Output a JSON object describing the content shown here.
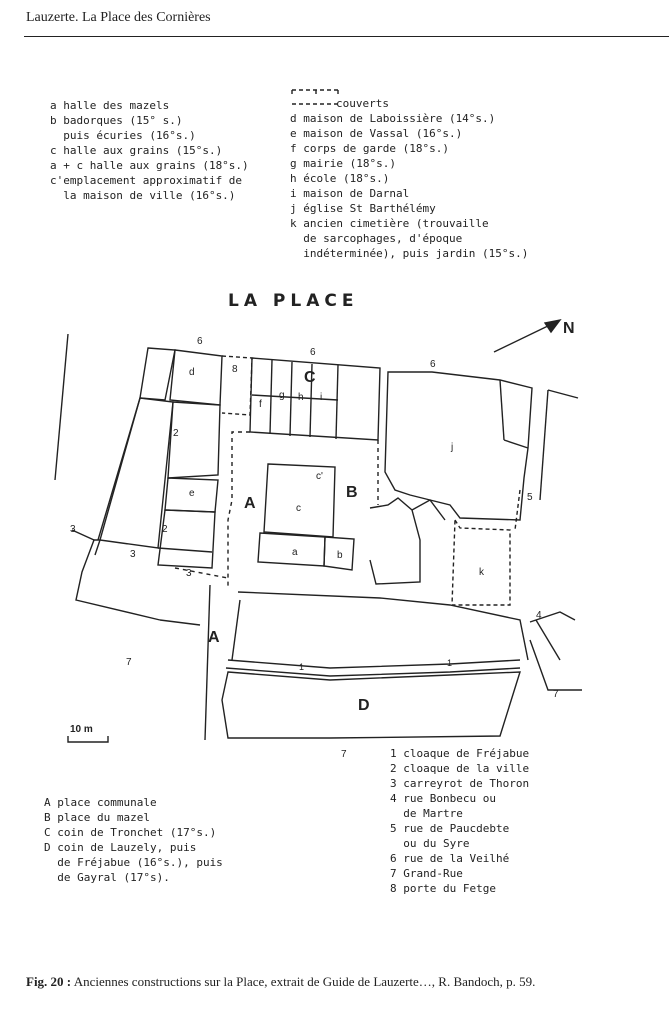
{
  "header": {
    "text": "Lauzerte. La Place des Cornières"
  },
  "legend_left": {
    "lines": [
      "a halle des mazels",
      "b badorques (15° s.)",
      "  puis écuries (16°s.)",
      "c halle aux grains (15°s.)",
      "a + c halle aux grains (18°s.)",
      "c'emplacement approximatif de",
      "  la maison de ville (16°s.)"
    ]
  },
  "legend_right": {
    "couverts": "couverts",
    "lines": [
      "d maison de Laboissière (14°s.)",
      "e maison de Vassal (16°s.)",
      "f corps de garde (18°s.)",
      "g mairie (18°s.)",
      "h école (18°s.)",
      "i maison de Darnal",
      "j église St Barthélémy",
      "k ancien cimetière (trouvaille",
      "  de sarcophages, d'époque",
      "  indéterminée), puis jardin (15°s.)"
    ]
  },
  "map": {
    "title": "LA PLACE",
    "north": "N",
    "scale": "10 m",
    "labels": {
      "A1": "A",
      "A2": "A",
      "B": "B",
      "C": "C",
      "D": "D",
      "a": "a",
      "b": "b",
      "c": "c",
      "cprime": "c'",
      "d": "d",
      "e": "e",
      "f": "f",
      "g": "g",
      "h": "h",
      "i": "i",
      "j": "j",
      "k": "k",
      "n6a": "6",
      "n6b": "6",
      "n6c": "6",
      "n8": "8",
      "n2a": "2",
      "n2b": "2",
      "n3a": "3",
      "n3b": "3",
      "n3c": "3",
      "n5": "5",
      "n4": "4",
      "n7a": "7",
      "n7b": "7",
      "n7c": "7",
      "n1a": "1",
      "n1b": "1"
    }
  },
  "legend_bottom_left": {
    "lines": [
      "A place communale",
      "B place du mazel",
      "C coin de Tronchet (17°s.)",
      "D coin de Lauzely, puis",
      "  de Fréjabue (16°s.), puis",
      "  de Gayral (17°s)."
    ]
  },
  "legend_bottom_right": {
    "lines": [
      "1 cloaque de Fréjabue",
      "2 cloaque de la ville",
      "3 carreyrot de Thoron",
      "4 rue Bonbecu ou",
      "  de Martre",
      "5 rue de Paucdebte",
      "  ou du Syre",
      "6 rue de la Veilhé",
      "7 Grand-Rue",
      "8 porte du Fetge"
    ]
  },
  "caption": {
    "label": "Fig. 20 :",
    "text": "Anciennes constructions sur la Place, extrait de Guide de Lauzerte…, R. Bandoch, p. 59."
  }
}
